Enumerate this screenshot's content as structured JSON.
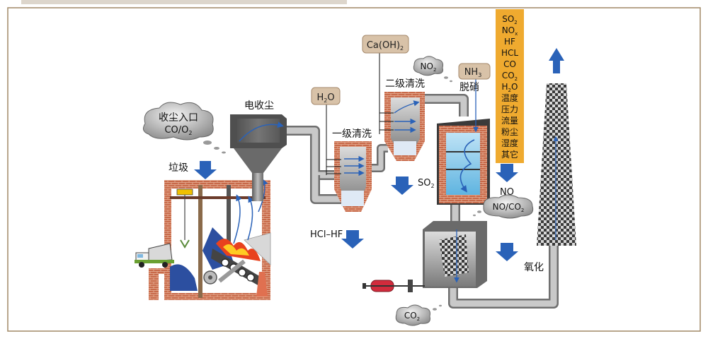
{
  "labels": {
    "dust_inlet_line1": "收尘入口",
    "dust_inlet_line2_prefix": "CO/O",
    "dust_inlet_line2_sub": "2",
    "electrostatic_precipitator": "电收尘",
    "garbage": "垃圾",
    "h2o_prefix": "H",
    "h2o_sub": "2",
    "h2o_suffix": "O",
    "primary_scrub": "一级清洗",
    "secondary_scrub": "二级清洗",
    "caoh2_prefix": "Ca(OH)",
    "caoh2_sub": "2",
    "no2_prefix": "NO",
    "no2_sub": "2",
    "nh3_prefix": "NH",
    "nh3_sub": "3",
    "denitrification": "脱硝",
    "so2_prefix": "SO",
    "so2_sub": "2",
    "hcl_hf": "HCl–HF",
    "no": "NO",
    "no_co_prefix": "NO/CO",
    "no_co_sub": "2",
    "oxidation": "氧化",
    "co2_prefix": "CO",
    "co2_sub": "2"
  },
  "monitor_list": [
    {
      "text": "SO",
      "sub": "2"
    },
    {
      "text": "NO",
      "sub": "x"
    },
    {
      "text": "HF",
      "sub": ""
    },
    {
      "text": "HCL",
      "sub": ""
    },
    {
      "text": "CO",
      "sub": ""
    },
    {
      "text": "CO",
      "sub": "2"
    },
    {
      "text": "H",
      "sub": "2",
      "suffix": "O"
    },
    {
      "text": "温度",
      "sub": ""
    },
    {
      "text": "压力",
      "sub": ""
    },
    {
      "text": "流量",
      "sub": ""
    },
    {
      "text": "粉尘",
      "sub": ""
    },
    {
      "text": "湿度",
      "sub": ""
    },
    {
      "text": "其它",
      "sub": ""
    }
  ],
  "colors": {
    "frame_border": "#a08866",
    "brick": "#c86a4a",
    "pipe": "#8f8f8f",
    "arrow_blue": "#2a62b8",
    "monitor_bg": "#efaa2f",
    "chemical_box": "#d8c2a8",
    "cloud": "#8a8a8a"
  }
}
